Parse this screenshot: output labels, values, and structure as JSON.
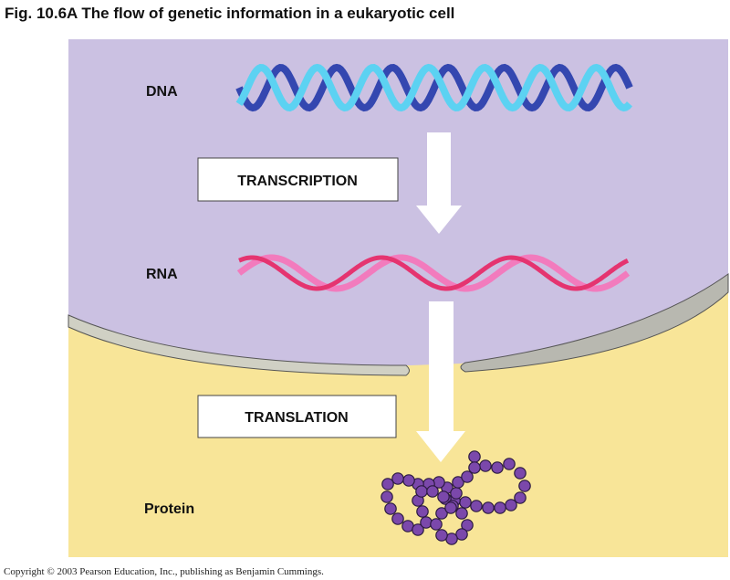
{
  "title": "Fig. 10.6A  The flow of genetic information in a eukaryotic cell",
  "labels": {
    "dna": "DNA",
    "rna": "RNA",
    "protein": "Protein"
  },
  "processes": {
    "transcription": "TRANSCRIPTION",
    "translation": "TRANSLATION"
  },
  "copyright": "Copyright © 2003 Pearson Education, Inc., publishing as Benjamin Cummings.",
  "colors": {
    "nucleus": "#cbc1e2",
    "cytoplasm": "#f8e598",
    "dna_a": "#3447b0",
    "dna_b": "#5cd2f2",
    "rna_a": "#e53470",
    "rna_b": "#f27bbd",
    "protein": "#7b48ab"
  }
}
